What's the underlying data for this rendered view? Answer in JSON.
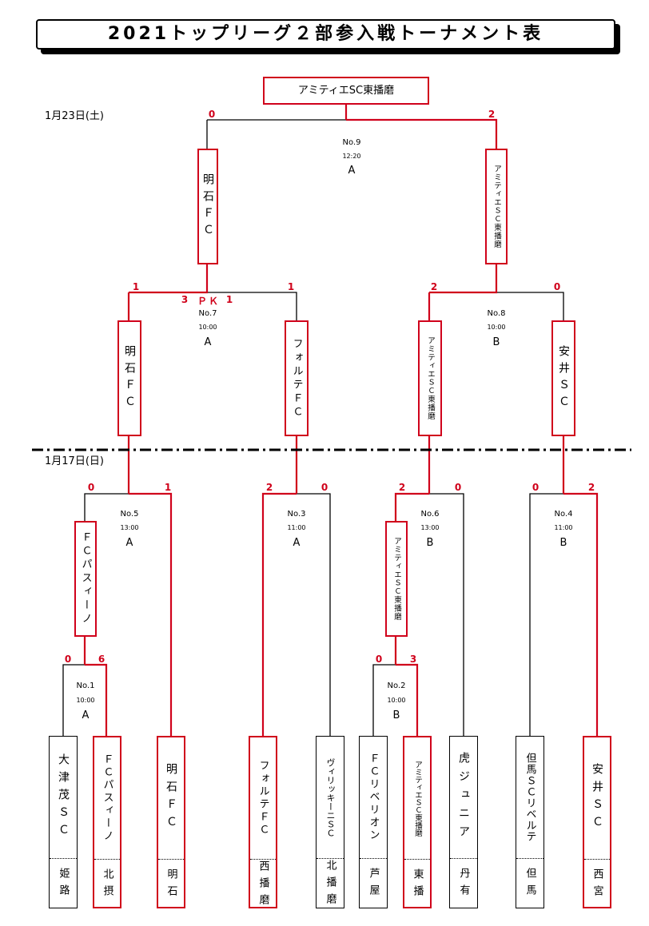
{
  "title": "2021トップリーグ２部参入戦トーナメント表",
  "dates": {
    "round_upper": "1月23日(土)",
    "round_lower": "1月17日(日)"
  },
  "champion": "アミティエSC東播磨",
  "semi": {
    "left": "明石ＦＣ",
    "right": "アミティエＳＣ東播磨"
  },
  "quarter": [
    "明石ＦＣ",
    "フォルテＦＣ",
    "アミティエＳＣ東播磨",
    "安井ＳＣ"
  ],
  "r1": {
    "m5_winner": "ＦＣパスィーノ",
    "m6_winner": "アミティエＳＣ東播磨"
  },
  "teams": [
    {
      "name": "大津茂ＳＣ",
      "area": "姫路"
    },
    {
      "name": "ＦＣパスィーノ",
      "area": "北摂"
    },
    {
      "name": "明石ＦＣ",
      "area": "明石"
    },
    {
      "name": "フォルテＦＣ",
      "area": "西播磨"
    },
    {
      "name": "ヴィリッキーニＳＣ",
      "area": "北播磨"
    },
    {
      "name": "ＦＣリベリオン",
      "area": "芦屋"
    },
    {
      "name": "アミティエＳＣ東播磨",
      "area": "東播"
    },
    {
      "name": "虎ジュニア",
      "area": "丹有"
    },
    {
      "name": "但馬ＳＣリベルテ",
      "area": "但馬"
    },
    {
      "name": "安井ＳＣ",
      "area": "西宮"
    }
  ],
  "matches": {
    "m1": {
      "no": "No.1",
      "time": "10:00",
      "court": "A",
      "s1": "0",
      "s2": "6"
    },
    "m2": {
      "no": "No.2",
      "time": "10:00",
      "court": "B",
      "s1": "0",
      "s2": "3"
    },
    "m3": {
      "no": "No.3",
      "time": "11:00",
      "court": "A",
      "s1": "2",
      "s2": "0"
    },
    "m4": {
      "no": "No.4",
      "time": "11:00",
      "court": "B",
      "s1": "0",
      "s2": "2"
    },
    "m5": {
      "no": "No.5",
      "time": "13:00",
      "court": "A",
      "s1": "0",
      "s2": "1"
    },
    "m6": {
      "no": "No.6",
      "time": "13:00",
      "court": "B",
      "s1": "2",
      "s2": "0"
    },
    "m7": {
      "no": "No.7",
      "time": "10:00",
      "court": "A",
      "s1": "1",
      "s2": "1",
      "pk1": "3",
      "pk_label": "ＰＫ",
      "pk2": "1"
    },
    "m8": {
      "no": "No.8",
      "time": "10:00",
      "court": "B",
      "s1": "2",
      "s2": "0"
    },
    "m9": {
      "no": "No.9",
      "time": "12:20",
      "court": "A",
      "s1": "0",
      "s2": "2"
    }
  },
  "colors": {
    "winner_line": "#d0021b",
    "loser_line": "#000000"
  }
}
